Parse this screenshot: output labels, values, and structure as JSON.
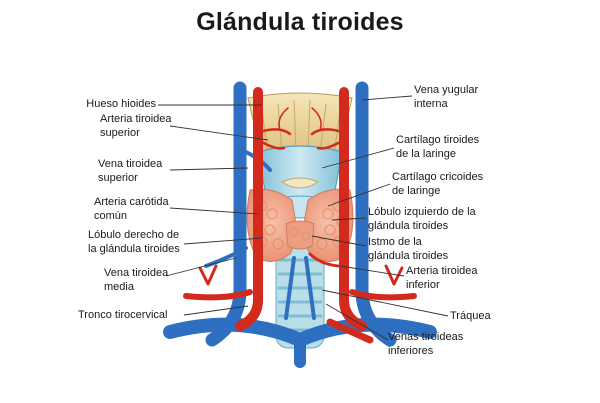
{
  "title": "Glándula tiroides",
  "labels_left": {
    "hueso_hioides": [
      "Hueso hioides"
    ],
    "arteria_tiroidea_superior": [
      "Arteria tiroidea",
      "superior"
    ],
    "vena_tiroidea_superior": [
      "Vena tiroidea",
      "superior"
    ],
    "arteria_carotida_comun": [
      "Arteria carótida",
      "común"
    ],
    "lobulo_derecho": [
      "Lóbulo derecho de",
      "la glándula tiroides"
    ],
    "vena_tiroidea_media": [
      "Vena tiroidea",
      "media"
    ],
    "tronco_tirocervical": [
      "Tronco tirocervical"
    ]
  },
  "labels_right": {
    "vena_yugular_interna": [
      "Vena yugular",
      "interna"
    ],
    "cartilago_tiroides": [
      "Cartílago tiroides",
      "de la laringe"
    ],
    "cartilago_cricoides": [
      "Cartílago cricoides",
      "de laringe"
    ],
    "lobulo_izquierdo": [
      "Lóbulo izquierdo de la",
      "glándula tiroides"
    ],
    "istmo": [
      "Istmo de la",
      "glándula tiroides"
    ],
    "arteria_tiroidea_inferior": [
      "Arteria tiroidea",
      "inferior"
    ],
    "traquea": [
      "Tráquea"
    ],
    "venas_tiroideas_inferiores": [
      "Venas tiroideas",
      "inferiores"
    ]
  },
  "colors": {
    "artery": "#d42a1e",
    "vein": "#2f6fc2",
    "gland": "#f2a98c",
    "cartilage": "#a9d7e6",
    "hyoid": "#f0dca6",
    "leader": "#333333"
  }
}
